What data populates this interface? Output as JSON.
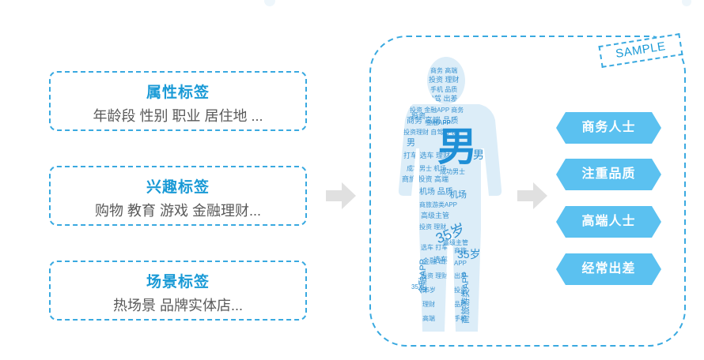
{
  "tag_groups": [
    {
      "title": "属性标签",
      "desc": "年龄段 性别 职业 居住地 ..."
    },
    {
      "title": "兴趣标签",
      "desc": "购物 教育 游戏 金融理财..."
    },
    {
      "title": "场景标签",
      "desc": "热场景 品牌实体店..."
    }
  ],
  "sample_label": "SAMPLE",
  "word_cloud": {
    "main_word": "男",
    "words": [
      "男",
      "35岁",
      "35岁",
      "35岁",
      "金融APP",
      "金融APP",
      "商旅游类APP",
      "投资",
      "成功男士",
      "机场",
      "高级主管",
      "选车",
      "手机",
      "商务",
      "高端",
      "自驾",
      "打车",
      "品质",
      "理财",
      "出差"
    ]
  },
  "result_tags": [
    "商务人士",
    "注重品质",
    "高端人士",
    "经常出差"
  ],
  "colors": {
    "accent": "#39a9e0",
    "title_blue": "#1a9ad6",
    "hex_fill": "#5bc1f0",
    "arrow_gray": "#e0e0e0",
    "figure_text": "#2f8fcf"
  }
}
